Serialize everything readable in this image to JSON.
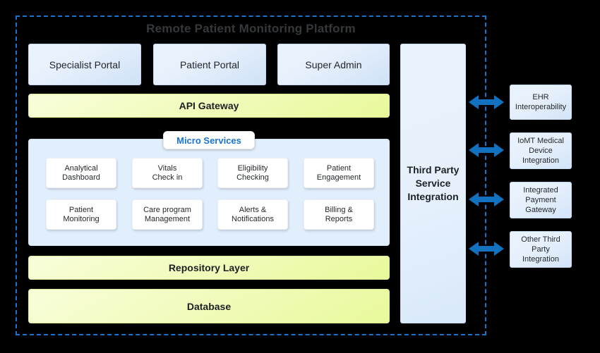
{
  "diagram": {
    "title": "Remote Patient Monitoring Platform",
    "colors": {
      "boundary": "#1773ce",
      "blue_box": "#e7f0fc",
      "yellow_box": "#eef9b5",
      "arrow": "#1272c0",
      "micro_services_panel": "#e1eefc",
      "accent_text": "#1a73cf"
    },
    "portals": [
      {
        "label": "Specialist Portal"
      },
      {
        "label": "Patient Portal"
      },
      {
        "label": "Super Admin"
      }
    ],
    "api_gateway": {
      "label": "API Gateway"
    },
    "micro_services": {
      "title": "Micro Services",
      "cards": [
        {
          "label": "Analytical\nDashboard"
        },
        {
          "label": "Vitals\nCheck in"
        },
        {
          "label": "Eligibility\nChecking"
        },
        {
          "label": "Patient\nEngagement"
        },
        {
          "label": "Patient\nMonitoring"
        },
        {
          "label": "Care program\nManagement"
        },
        {
          "label": "Alerts &\nNotifications"
        },
        {
          "label": "Billing &\nReports"
        }
      ]
    },
    "repository_layer": {
      "label": "Repository Layer"
    },
    "database": {
      "label": "Database"
    },
    "third_party_column": {
      "label": "Third Party\nService\nIntegration"
    },
    "external_integrations": [
      {
        "label": "EHR\nInteroperability"
      },
      {
        "label": "IoMT Medical\nDevice\nIntegration"
      },
      {
        "label": "Integrated\nPayment\nGateway"
      },
      {
        "label": "Other Third\nParty\nIntegration"
      }
    ]
  }
}
